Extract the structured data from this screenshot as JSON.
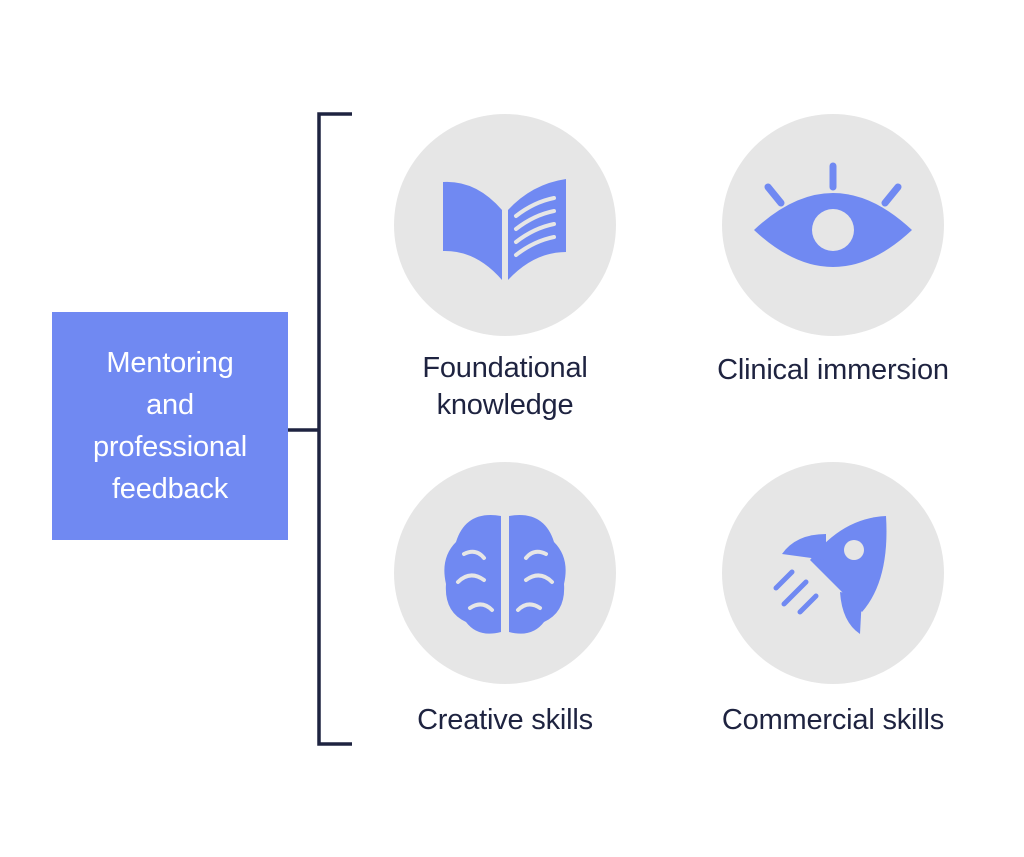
{
  "root": {
    "label": "Mentoring\nand\nprofessional\nfeedback"
  },
  "branches": [
    {
      "label": "Foundational\nknowledge",
      "icon": "book-icon"
    },
    {
      "label": "Clinical immersion",
      "icon": "eye-icon"
    },
    {
      "label": "Creative skills",
      "icon": "brain-icon"
    },
    {
      "label": "Commercial skills",
      "icon": "rocket-icon"
    }
  ],
  "colors": {
    "accent": "#7089f2",
    "circle": "#e6e6e6",
    "text": "#1e2340",
    "connector": "#1e2340"
  }
}
